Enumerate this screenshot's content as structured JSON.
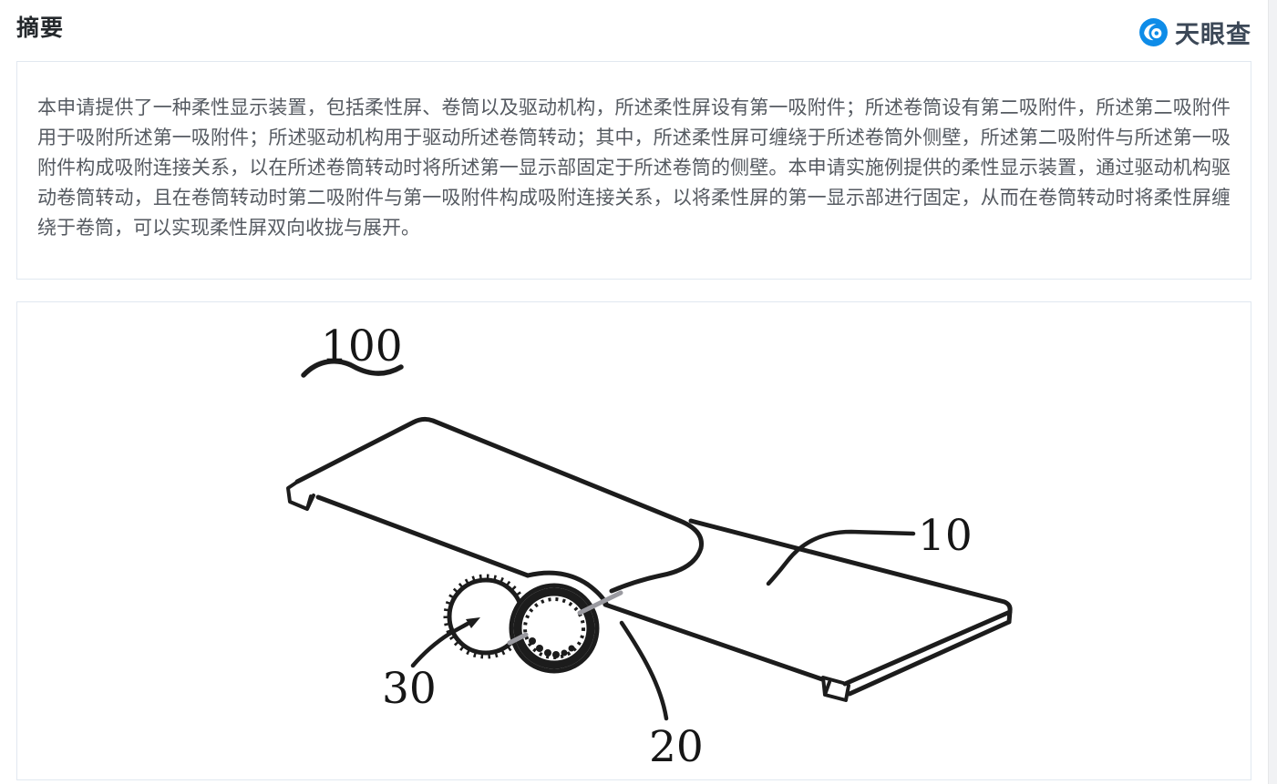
{
  "header": {
    "section_title": "摘要"
  },
  "logo": {
    "brand": "天眼查",
    "icon": "tianyancha-eye-icon",
    "brand_blue": "#0e8ce8",
    "brand_text_color": "#3c4857"
  },
  "abstract": {
    "text": "本申请提供了一种柔性显示装置，包括柔性屏、卷筒以及驱动机构，所述柔性屏设有第一吸附件；所述卷筒设有第二吸附件，所述第二吸附件用于吸附所述第一吸附件；所述驱动机构用于驱动所述卷筒转动；其中，所述柔性屏可缠绕于所述卷筒外侧壁，所述第二吸附件与所述第一吸附件构成吸附连接关系，以在所述卷筒转动时将所述第一显示部固定于所述卷筒的侧壁。本申请实施例提供的柔性显示装置，通过驱动机构驱动卷筒转动，且在卷筒转动时第二吸附件与第一吸附件构成吸附连接关系，以将柔性屏的第一显示部进行固定，从而在卷筒转动时将柔性屏缠绕于卷筒，可以实现柔性屏双向收拢与展开。"
  },
  "figure": {
    "labels": {
      "assembly": "100",
      "flexible_screen": "10",
      "roller": "20",
      "second_roller": "30"
    },
    "colors": {
      "line": "#1c1c1c",
      "axis_gray": "#9a9aa0",
      "card_border": "#e1e8f0"
    }
  }
}
